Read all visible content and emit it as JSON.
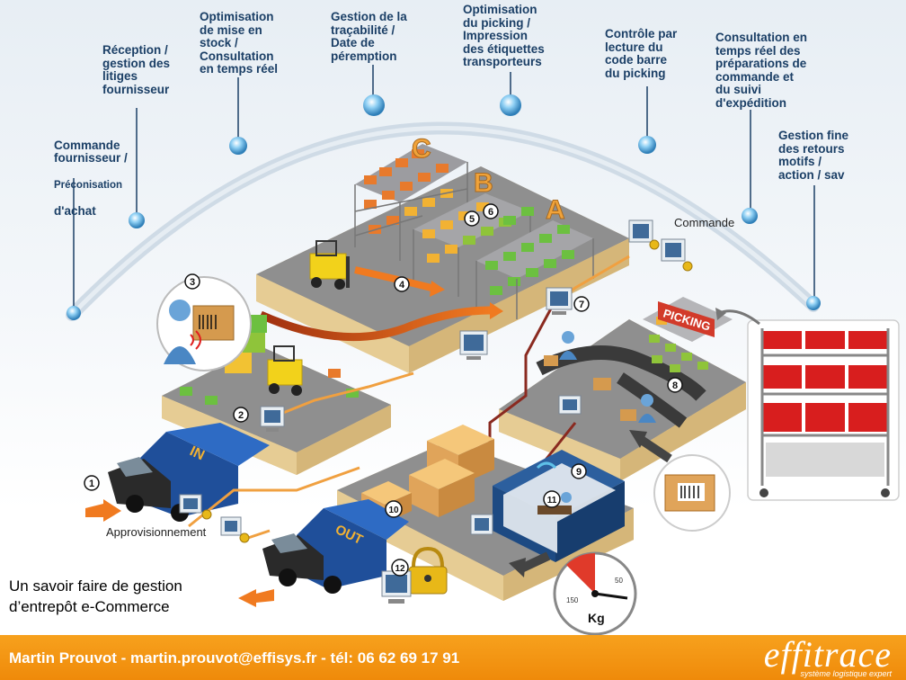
{
  "steps": [
    {
      "title": "Commande\nfournisseur /",
      "small": "Préconisation",
      "rest": "d'achat"
    },
    {
      "title": "Réception /\ngestion des\nlitiges\nfournisseur"
    },
    {
      "title": "Optimisation\nde mise en\nstock /\nConsultation\nen temps réel"
    },
    {
      "title": "Gestion de la\ntraçabilité /\nDate de\npéremption"
    },
    {
      "title": "Optimisation\ndu picking /\nImpression\ndes étiquettes\ntransporteurs"
    },
    {
      "title": "Contrôle par\nlecture du\ncode barre\ndu picking"
    },
    {
      "title": "Consultation en\ntemps réel des\npréparations de\ncommande et\ndu suivi\nd'expédition"
    },
    {
      "title": "Gestion fine\ndes retours\nmotifs /\naction / sav"
    }
  ],
  "labels": {
    "commande": "Commande",
    "approvisionnement": "Approvisionnement",
    "picking_sign": "PICKING",
    "truck_in": "IN",
    "truck_out": "OUT",
    "shelf_c": "C",
    "shelf_b": "B",
    "shelf_a": "A",
    "scale_unit": "Kg",
    "scale_150": "150",
    "scale_50": "50"
  },
  "markers": [
    "1",
    "2",
    "3",
    "4",
    "5",
    "6",
    "7",
    "8",
    "9",
    "10",
    "11",
    "12"
  ],
  "tagline": "Un savoir faire de gestion\nd’entrepôt e-Commerce",
  "footer": {
    "contact": "Martin Prouvot - martin.prouvot@effisys.fr - tél: 06 62 69 17 91",
    "logo": "effitrace",
    "logo_sub": "système logistique expert"
  },
  "colors": {
    "footer_bg": "#f39312",
    "label_text": "#1b3f66",
    "arc": "#c9d6e2",
    "node": "#5aa7d8",
    "platform_top": "#8c8c8c",
    "platform_side": "#e9d3a6",
    "route": "#f0a040",
    "truck": "#1f4f9a"
  }
}
